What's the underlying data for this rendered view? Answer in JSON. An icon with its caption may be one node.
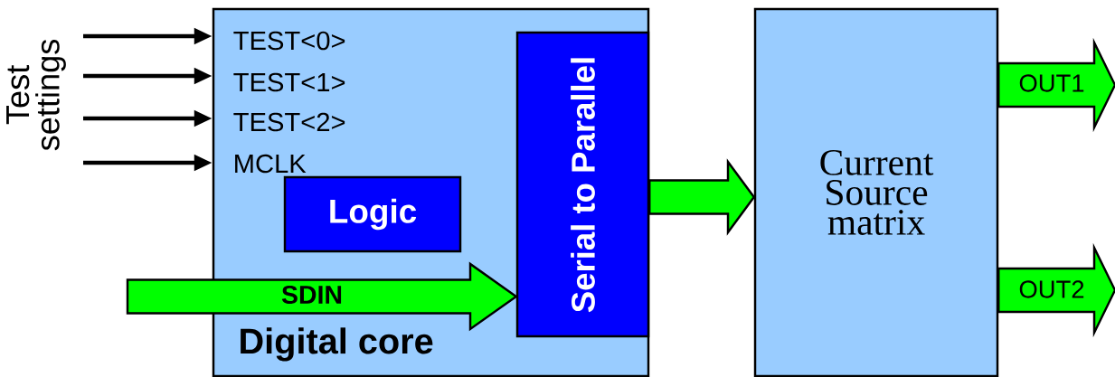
{
  "diagram": {
    "nodes": [
      {
        "text": [
          "Digital core"
        ]
      },
      {
        "text": [
          "Logic"
        ],
        "in": 0
      },
      {
        "text": [
          "Serial to Parallel"
        ],
        "in": 0
      },
      {
        "text": [
          "Current Source matrix"
        ]
      }
    ],
    "edges": [
      {
        "from": null,
        "to": 0,
        "arrow": "to"
      },
      {
        "from": null,
        "to": 0,
        "arrow": "to"
      },
      {
        "from": null,
        "to": 0,
        "arrow": "to"
      },
      {
        "from": null,
        "to": 0,
        "arrow": "to"
      },
      {
        "from": null,
        "to": 2,
        "arrow": "to",
        "label": "SDIN",
        "style": "thick",
        "color": "#00ff00"
      },
      {
        "from": 2,
        "to": 3,
        "arrow": "to",
        "style": "thick",
        "color": "#00ff00"
      },
      {
        "from": 3,
        "to": null,
        "arrow": "to",
        "label": "OUT1",
        "style": "thick",
        "color": "#00ff00"
      },
      {
        "from": 3,
        "to": null,
        "arrow": "to",
        "label": "OUT2",
        "style": "thick",
        "color": "#00ff00"
      }
    ],
    "labels": [
      "Test settings",
      "TEST<0>",
      "TEST<1>",
      "TEST<2>",
      "MCLK"
    ]
  }
}
